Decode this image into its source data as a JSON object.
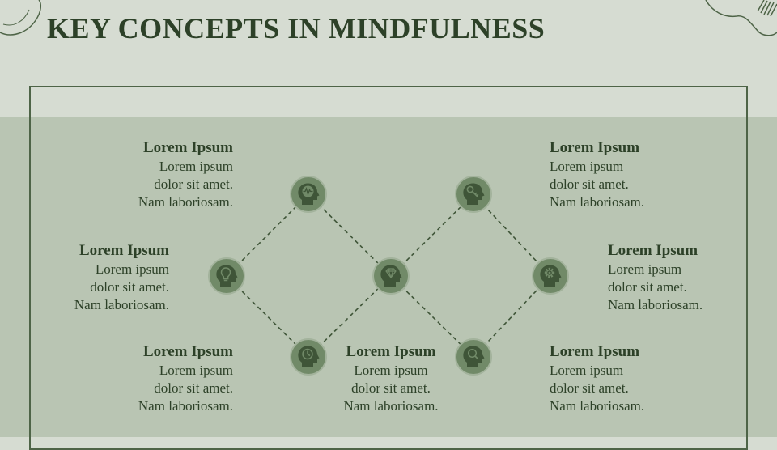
{
  "slide": {
    "title": "KEY CONCEPTS IN MINDFULNESS"
  },
  "colors": {
    "background_top": "#d6dcd2",
    "background_band": "#b9c5b3",
    "frame": "#4e6447",
    "title": "#2d4128",
    "node_fill": "#718a68",
    "icon": "#3f5538"
  },
  "nodes": [
    {
      "icon": "head-pulse-icon"
    },
    {
      "icon": "head-key-icon"
    },
    {
      "icon": "head-lightbulb-icon"
    },
    {
      "icon": "head-diamond-icon"
    },
    {
      "icon": "head-gear-icon"
    },
    {
      "icon": "head-clock-icon"
    },
    {
      "icon": "head-search-icon"
    }
  ],
  "items": [
    {
      "heading": "Lorem Ipsum",
      "text": "Lorem ipsum\ndolor sit amet.\nNam laboriosam."
    },
    {
      "heading": "Lorem Ipsum",
      "text": "Lorem ipsum\ndolor sit amet.\nNam laboriosam."
    },
    {
      "heading": "Lorem Ipsum",
      "text": "Lorem ipsum\ndolor sit amet.\nNam laboriosam."
    },
    {
      "heading": "Lorem Ipsum",
      "text": "Lorem ipsum\ndolor sit amet.\nNam laboriosam."
    },
    {
      "heading": "Lorem Ipsum",
      "text": "Lorem ipsum\ndolor sit amet.\nNam laboriosam."
    },
    {
      "heading": "Lorem Ipsum",
      "text": "Lorem ipsum\ndolor sit amet.\nNam laboriosam."
    },
    {
      "heading": "Lorem Ipsum",
      "text": "Lorem ipsum\ndolor sit amet.\nNam laboriosam."
    }
  ]
}
